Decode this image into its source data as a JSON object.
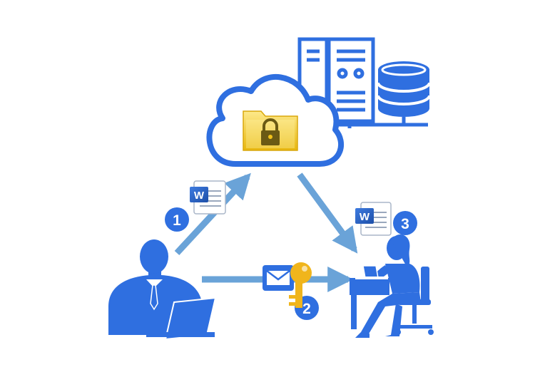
{
  "colors": {
    "primary": "#2f6fe0",
    "arrow": "#6aa3d8",
    "folder": "#f2c21a",
    "key": "#f0b51c",
    "doc": "#2a63c4"
  },
  "steps": [
    {
      "label": "1"
    },
    {
      "label": "2"
    },
    {
      "label": "3"
    }
  ],
  "document_icons": [
    {
      "icon": "word-document-icon",
      "letter": "W"
    },
    {
      "icon": "word-document-icon",
      "letter": "W"
    }
  ]
}
